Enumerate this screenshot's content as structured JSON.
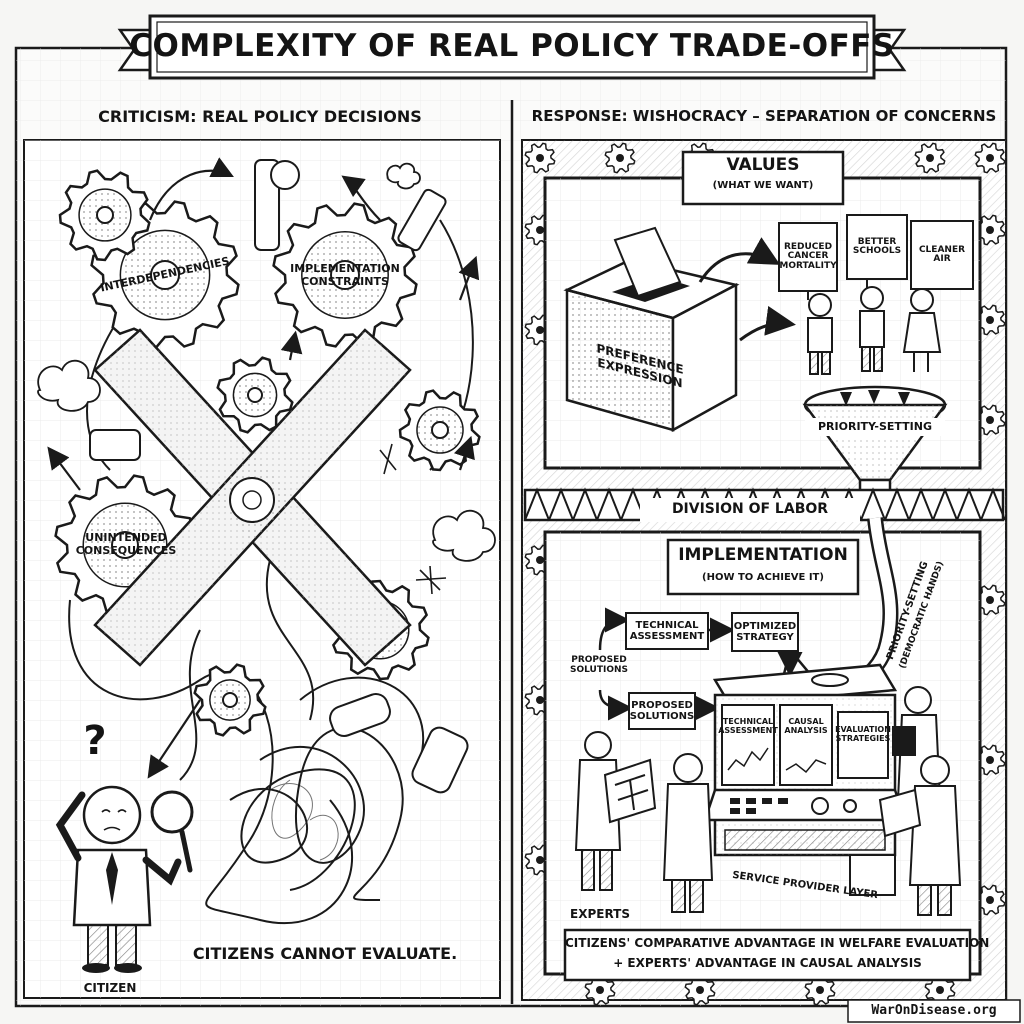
{
  "title": "COMPLEXITY OF REAL POLICY TRADE-OFFS",
  "left": {
    "heading": "CRITICISM: REAL POLICY DECISIONS",
    "gears": [
      "INTERDEPENDENCIES",
      "IMPLEMENTATION CONSTRAINTS",
      "UNINTENDED CONSEQUENCES"
    ],
    "caption": "CITIZENS CANNOT EVALUATE.",
    "citizen_label": "CITIZEN",
    "question_mark": "?"
  },
  "right": {
    "heading": "RESPONSE: WISHOCRACY – SEPARATION OF CONCERNS",
    "values_title": "VALUES",
    "values_sub": "(WHAT WE WANT)",
    "ballot_label": "PREFERENCE EXPRESSION",
    "signs": [
      "REDUCED CANCER MORTALITY",
      "BETTER SCHOOLS",
      "CLEANER AIR"
    ],
    "funnel_label": "PRIORITY-SETTING",
    "bridge_label": "DIVISION OF LABOR",
    "impl_title": "IMPLEMENTATION",
    "impl_sub": "(HOW TO ACHIEVE IT)",
    "pipe_label": "PRIORITY-SETTING",
    "pipe_sub": "(DEMOCRATIC HANDS)",
    "flow": {
      "proposed_1": "PROPOSED SOLUTIONS",
      "technical": "TECHNICAL ASSESSMENT",
      "optimized": "OPTIMIZED STRATEGY",
      "proposed_2": "PROPOSED SOLUTIONS"
    },
    "screens": [
      "TECHNICAL ASSESSMENT",
      "CAUSAL ANALYSIS",
      "EVALUATION STRATEGIES"
    ],
    "machine_label": "SERVICE PROVIDER LAYER",
    "experts_label": "EXPERTS",
    "bottom_line1": "CITIZENS' COMPARATIVE ADVANTAGE IN WELFARE EVALUATION",
    "bottom_line2": "+ EXPERTS' ADVANTAGE IN CAUSAL ANALYSIS"
  },
  "watermark": "WarOnDisease.org"
}
